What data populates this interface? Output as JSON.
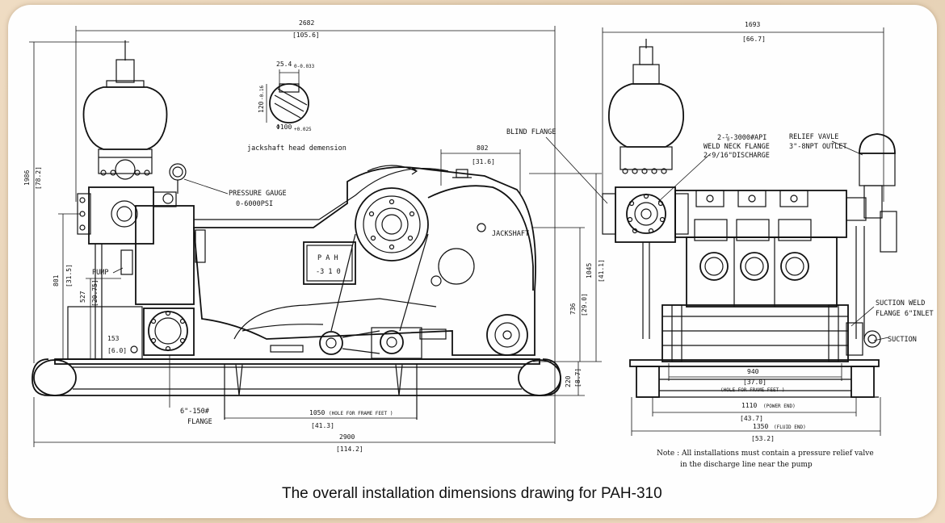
{
  "caption": "The overall installation dimensions drawing for PAH-310",
  "side_view": {
    "overall_length": "2682",
    "overall_length_in": "[105.6]",
    "height": "1986",
    "height_in": "[78.2]",
    "gauge_label_1": "PRESSURE GAUGE",
    "gauge_label_2": "0-6000PSI",
    "pump_label": "PUMP",
    "dim_801": "801",
    "dim_801_in": "[31.5]",
    "dim_527": "527",
    "dim_527_in": "[20.75]",
    "dim_153": "153",
    "dim_153_in": "[6.0]",
    "nameplate_1": "P A H",
    "nameplate_2": "-3 1 0",
    "dim_802": "802",
    "dim_802_in": "[31.6]",
    "jackshaft_label": "JACKSHAFT",
    "dim_736": "736",
    "dim_736_in": "[29.0]",
    "dim_1045": "1045",
    "dim_1045_in": "[41.1]",
    "dim_220": "220",
    "dim_220_in": "[8.7]",
    "flange_label_1": "6\"-150#",
    "flange_label_2": "FLANGE",
    "dim_1050": "1050",
    "dim_1050_note": "(HOLE FOR FRAME FEET )",
    "dim_1050_in": "[41.3]",
    "skid_length": "2900",
    "skid_length_in": "[114.2]",
    "blind_flange": "BLIND FLANGE"
  },
  "jackshaft_detail": {
    "dim_width": "25.4",
    "dim_width_tol": "0\n-0.033",
    "dim_height": "120",
    "dim_height_tol": "-0.16",
    "dim_dia": "Φ100",
    "dim_dia_tol": "+0.025",
    "caption": "jackshaft head demension"
  },
  "end_view": {
    "width": "1693",
    "width_in": "[66.7]",
    "discharge_1": "2-⅞-3000#API",
    "discharge_2": "WELD NECK FLANGE",
    "discharge_3": "2-9/16\"DISCHARGE",
    "relief_1": "RELIEF VAVLE",
    "relief_2": "3\"-8NPT OUTLET",
    "suction_1": "SUCTION WELD",
    "suction_2": "FLANGE 6\"INLET",
    "suction_3": "SUCTION",
    "dim_940": "940",
    "dim_940_in": "[37.0]",
    "dim_940_note": "(HOLE FOR FRAME FEET )",
    "dim_1110": "1110",
    "dim_1110_note": "(POWER END)",
    "dim_1110_in": "[43.7]",
    "dim_1350": "1350",
    "dim_1350_note": "(FLUID END)",
    "dim_1350_in": "[53.2]",
    "note_1": "Note : All installations must contain a pressure relief valve",
    "note_2": "in the discharge line near the pump"
  }
}
